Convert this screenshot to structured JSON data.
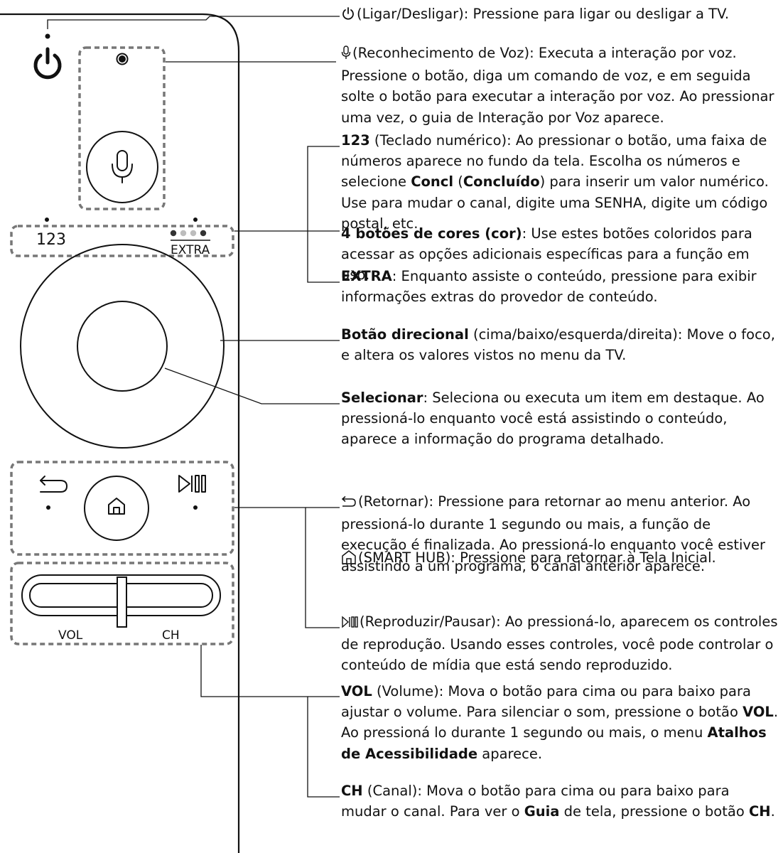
{
  "remote": {
    "label_123": "123",
    "label_extra": "EXTRA",
    "label_vol": "VOL",
    "label_ch": "CH",
    "colors": [
      "#333333",
      "#bdbdbd",
      "#bdbdbd",
      "#333333"
    ]
  },
  "descriptions": [
    {
      "id": "power",
      "icon": "power-icon",
      "head": "",
      "text": "(Ligar/Desligar): Pressione para ligar ou desligar a TV."
    },
    {
      "id": "voice",
      "icon": "microphone-icon",
      "head": "",
      "text": "(Reconhecimento de Voz): Executa a interação por voz. Pressione o botão, diga um comando de voz, e em seguida solte o botão para executar a interação por voz. Ao pressionar uma vez, o guia de Interação por Voz aparece."
    },
    {
      "id": "keypad",
      "icon": "",
      "head": "123",
      "text": " (Teclado numérico): Ao pressionar o botão, uma faixa de números aparece no fundo da tela. Escolha os números e selecione ",
      "bold2": "Concl",
      "text2": " (",
      "bold3": "Concluído",
      "text3": ") para inserir um valor numérico. Use para mudar o canal, digite uma SENHA, digite um código postal, etc."
    },
    {
      "id": "colors",
      "icon": "",
      "head": "4 botões de cores (cor)",
      "text": ": Use estes botões coloridos para acessar as opções adicionais específicas para a função em uso."
    },
    {
      "id": "extra",
      "icon": "",
      "head": "EXTRA",
      "text": ": Enquanto assiste o conteúdo, pressione para exibir informações extras do provedor de conteúdo."
    },
    {
      "id": "dpad",
      "icon": "",
      "head": "Botão direcional",
      "text": " (cima/baixo/esquerda/direita): Move o foco, e altera os valores vistos no menu da TV."
    },
    {
      "id": "select",
      "icon": "",
      "head": "Selecionar",
      "text": ": Seleciona ou executa um item em destaque. Ao pressioná-lo enquanto você está assistindo o conteúdo, aparece a informação do programa detalhado."
    },
    {
      "id": "return",
      "icon": "return-icon",
      "head": "",
      "text": "(Retornar): Pressione para retornar ao menu anterior. Ao pressioná-lo durante 1 segundo ou mais, a função de execução é finalizada. Ao pressioná-lo enquanto você estiver assistindo a um programa, o canal anterior aparece."
    },
    {
      "id": "home",
      "icon": "home-icon",
      "head": "",
      "text": "(SMART HUB): Pressione para retornar à Tela Inicial."
    },
    {
      "id": "play",
      "icon": "play-pause-icon",
      "head": "",
      "text": "(Reproduzir/Pausar): Ao pressioná-lo, aparecem os controles de reprodução. Usando esses controles, você pode controlar o conteúdo de mídia que está sendo reproduzido."
    },
    {
      "id": "vol",
      "icon": "",
      "head": "VOL",
      "text": " (Volume): Mova o botão para cima ou para baixo para ajustar o volume. Para silenciar o som, pressione o botão ",
      "bold2": "VOL",
      "text2": ". Ao pressioná lo durante 1 segundo ou mais, o menu ",
      "bold3": "Atalhos de Acessibilidade",
      "text3": " aparece."
    },
    {
      "id": "ch",
      "icon": "",
      "head": "CH",
      "text": " (Canal): Mova o botão para cima ou para baixo para mudar o canal. Para ver o ",
      "bold2": "Guia",
      "text2": " de tela, pressione o botão ",
      "bold3": "CH",
      "text3": "."
    }
  ]
}
